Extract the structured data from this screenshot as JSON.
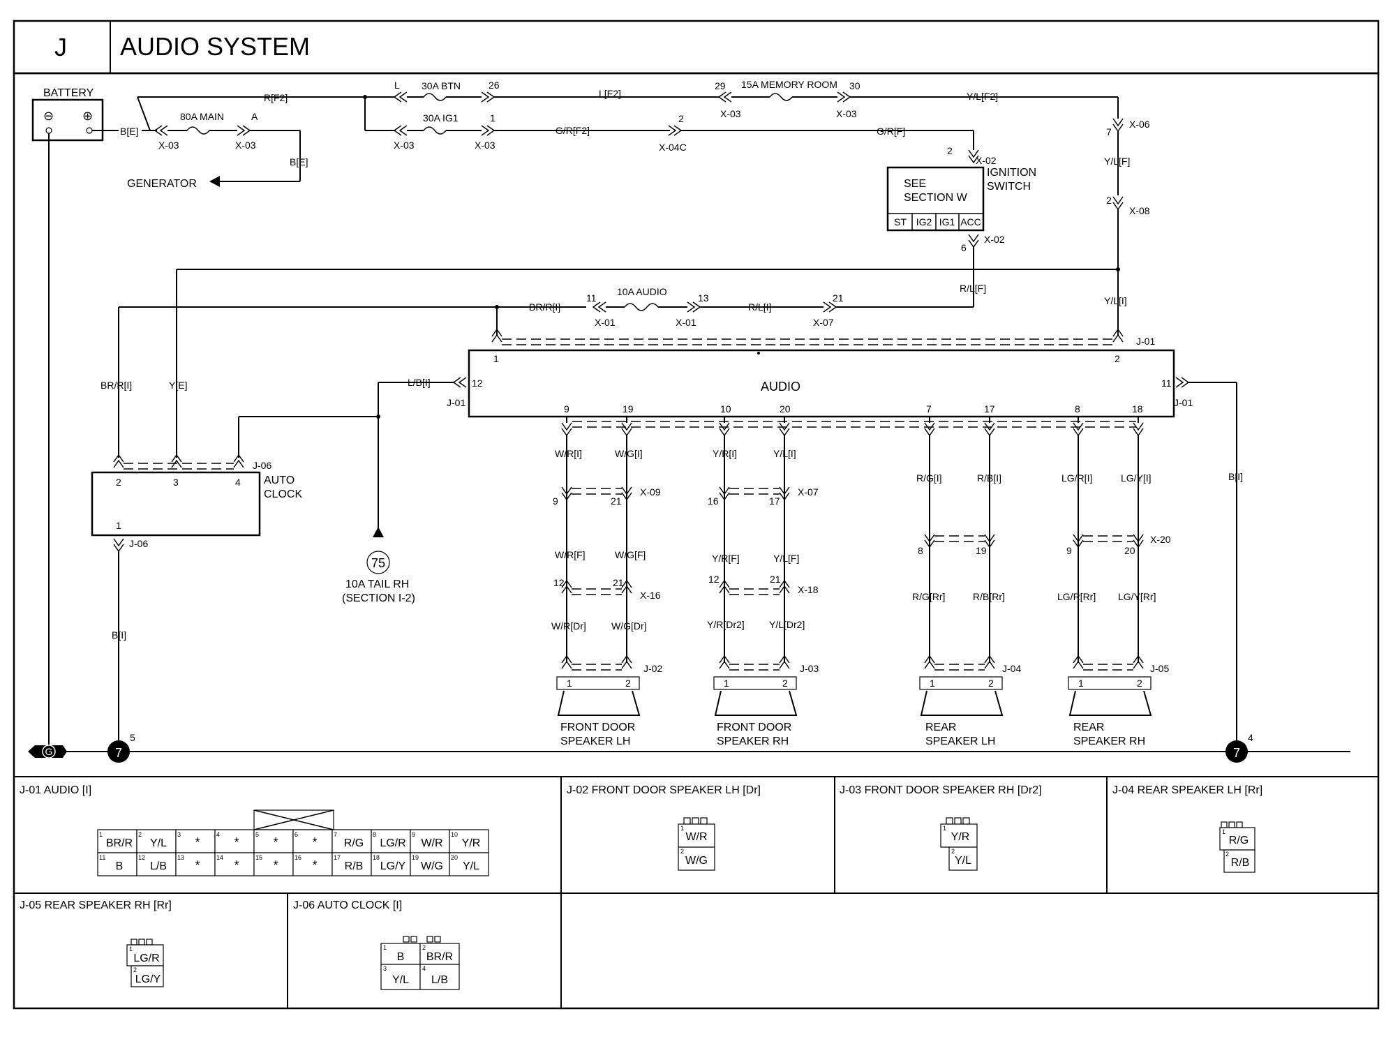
{
  "header": {
    "section_letter": "J",
    "title": "AUDIO SYSTEM"
  },
  "power": {
    "battery_label": "BATTERY",
    "battery_neg": "⊖",
    "battery_pos": "⊕",
    "gen_label": "GENERATOR",
    "fuse_main": "80A MAIN",
    "fuse_main_pin": "A",
    "fuse_btn": "30A BTN",
    "fuse_btn_pin_l": "L",
    "fuse_btn_pin_r": "26",
    "fuse_ig1": "30A IG1",
    "fuse_ig1_pin_r": "1",
    "fuse_memory": "15A MEMORY ROOM",
    "fuse_memory_pin_l": "29",
    "fuse_memory_pin_r": "30",
    "fuse_audio": "10A AUDIO",
    "fuse_audio_pin_l": "11",
    "fuse_audio_pin_r": "13",
    "pin_2": "2",
    "pin_7": "7",
    "pin_6": "6",
    "pin_21": "21",
    "wire_b_e": "B[E]",
    "wire_r_f2": "R[F2]",
    "wire_l_f2": "L[F2]",
    "wire_yl_f2": "Y/L[F2]",
    "wire_gr_f2": "G/R[F2]",
    "wire_gr_f": "G/R[F]",
    "wire_yl_f": "Y/L[F]",
    "wire_rl_f": "R/L[F]",
    "wire_rl_i": "R/L[I]",
    "wire_brr_i": "BR/R[I]",
    "wire_yl_i": "Y/L[I]",
    "wire_y_e": "Y[E]",
    "wire_lb_i": "L/B[I]",
    "wire_b_i": "B[I]",
    "conn_x03": "X-03",
    "conn_x04c": "X-04C",
    "conn_x06": "X-06",
    "conn_x08": "X-08",
    "conn_x02": "X-02",
    "conn_x01": "X-01",
    "conn_x07": "X-07"
  },
  "ignition": {
    "see": "SEE",
    "section": "SECTION W",
    "label1": "IGNITION",
    "label2": "SWITCH",
    "pins": [
      "ST",
      "IG2",
      "IG1",
      "ACC"
    ]
  },
  "audio_unit": {
    "label": "AUDIO",
    "conn": "J-01",
    "pin_1": "1",
    "pin_2": "2",
    "pin_12": "12",
    "pin_11": "11",
    "bottom_pins": [
      "9",
      "19",
      "10",
      "20",
      "7",
      "17",
      "8",
      "18"
    ]
  },
  "auto_clock": {
    "label1": "AUTO",
    "label2": "CLOCK",
    "conn": "J-06",
    "pins": [
      "2",
      "3",
      "4"
    ],
    "pin_bottom": "1"
  },
  "tail_fuse": {
    "num": "75",
    "label1": "10A TAIL RH",
    "label2": "(SECTION I-2)"
  },
  "speakers": {
    "front_lh": {
      "label1": "FRONT DOOR",
      "label2": "SPEAKER LH",
      "conn": "J-02",
      "w1": "W/R[I]",
      "w2": "W/G[I]",
      "x1": "X-09",
      "x1p1": "9",
      "x1p2": "21",
      "w3": "W/R[F]",
      "w4": "W/G[F]",
      "x2": "X-16",
      "x2p1": "12",
      "x2p2": "21",
      "w5": "W/R[Dr]",
      "w6": "W/G[Dr]"
    },
    "front_rh": {
      "label1": "FRONT DOOR",
      "label2": "SPEAKER RH",
      "conn": "J-03",
      "w1": "Y/R[I]",
      "w2": "Y/L[I]",
      "x1": "X-07",
      "x1p1": "16",
      "x1p2": "17",
      "w3": "Y/R[F]",
      "w4": "Y/L[F]",
      "x2": "X-18",
      "x2p1": "12",
      "x2p2": "21",
      "w5": "Y/R[Dr2]",
      "w6": "Y/L[Dr2]"
    },
    "rear_lh": {
      "label1": "REAR",
      "label2": "SPEAKER LH",
      "conn": "J-04",
      "w1": "R/G[I]",
      "w2": "R/B[I]",
      "x1p1": "8",
      "x1p2": "19",
      "w3": "R/G[Rr]",
      "w4": "R/B[Rr]"
    },
    "rear_rh": {
      "label1": "REAR",
      "label2": "SPEAKER RH",
      "conn": "J-05",
      "w1": "LG/R[I]",
      "w2": "LG/Y[I]",
      "x1": "X-20",
      "x1p1": "9",
      "x1p2": "20",
      "w3": "LG/R[Rr]",
      "w4": "LG/Y[Rr]"
    },
    "pin1": "1",
    "pin2": "2"
  },
  "grounds": {
    "g_label": "G",
    "g7": "7",
    "g7_left_pin": "5",
    "g7_right_pin": "4"
  },
  "connectors": {
    "j01": {
      "title": "J-01 AUDIO [I]",
      "top": [
        [
          "1",
          "BR/R"
        ],
        [
          "2",
          "Y/L"
        ],
        [
          "3",
          "*"
        ],
        [
          "4",
          "*"
        ],
        [
          "5",
          "*"
        ],
        [
          "6",
          "*"
        ],
        [
          "7",
          "R/G"
        ],
        [
          "8",
          "LG/R"
        ],
        [
          "9",
          "W/R"
        ],
        [
          "10",
          "Y/R"
        ]
      ],
      "bottom": [
        [
          "11",
          "B"
        ],
        [
          "12",
          "L/B"
        ],
        [
          "13",
          "*"
        ],
        [
          "14",
          "*"
        ],
        [
          "15",
          "*"
        ],
        [
          "16",
          "*"
        ],
        [
          "17",
          "R/B"
        ],
        [
          "18",
          "LG/Y"
        ],
        [
          "19",
          "W/G"
        ],
        [
          "20",
          "Y/L"
        ]
      ]
    },
    "j02": {
      "title": "J-02 FRONT DOOR SPEAKER LH [Dr]",
      "p1": "W/R",
      "p2": "W/G"
    },
    "j03": {
      "title": "J-03 FRONT DOOR SPEAKER RH [Dr2]",
      "p1": "Y/R",
      "p2": "Y/L"
    },
    "j04": {
      "title": "J-04 REAR SPEAKER LH [Rr]",
      "p1": "R/G",
      "p2": "R/B"
    },
    "j05": {
      "title": "J-05 REAR SPEAKER RH [Rr]",
      "p1": "LG/R",
      "p2": "LG/Y"
    },
    "j06": {
      "title": "J-06 AUTO CLOCK [I]",
      "p1": "B",
      "p2": "BR/R",
      "p3": "Y/L",
      "p4": "L/B"
    },
    "pin_nums": [
      "1",
      "2",
      "3",
      "4"
    ]
  }
}
